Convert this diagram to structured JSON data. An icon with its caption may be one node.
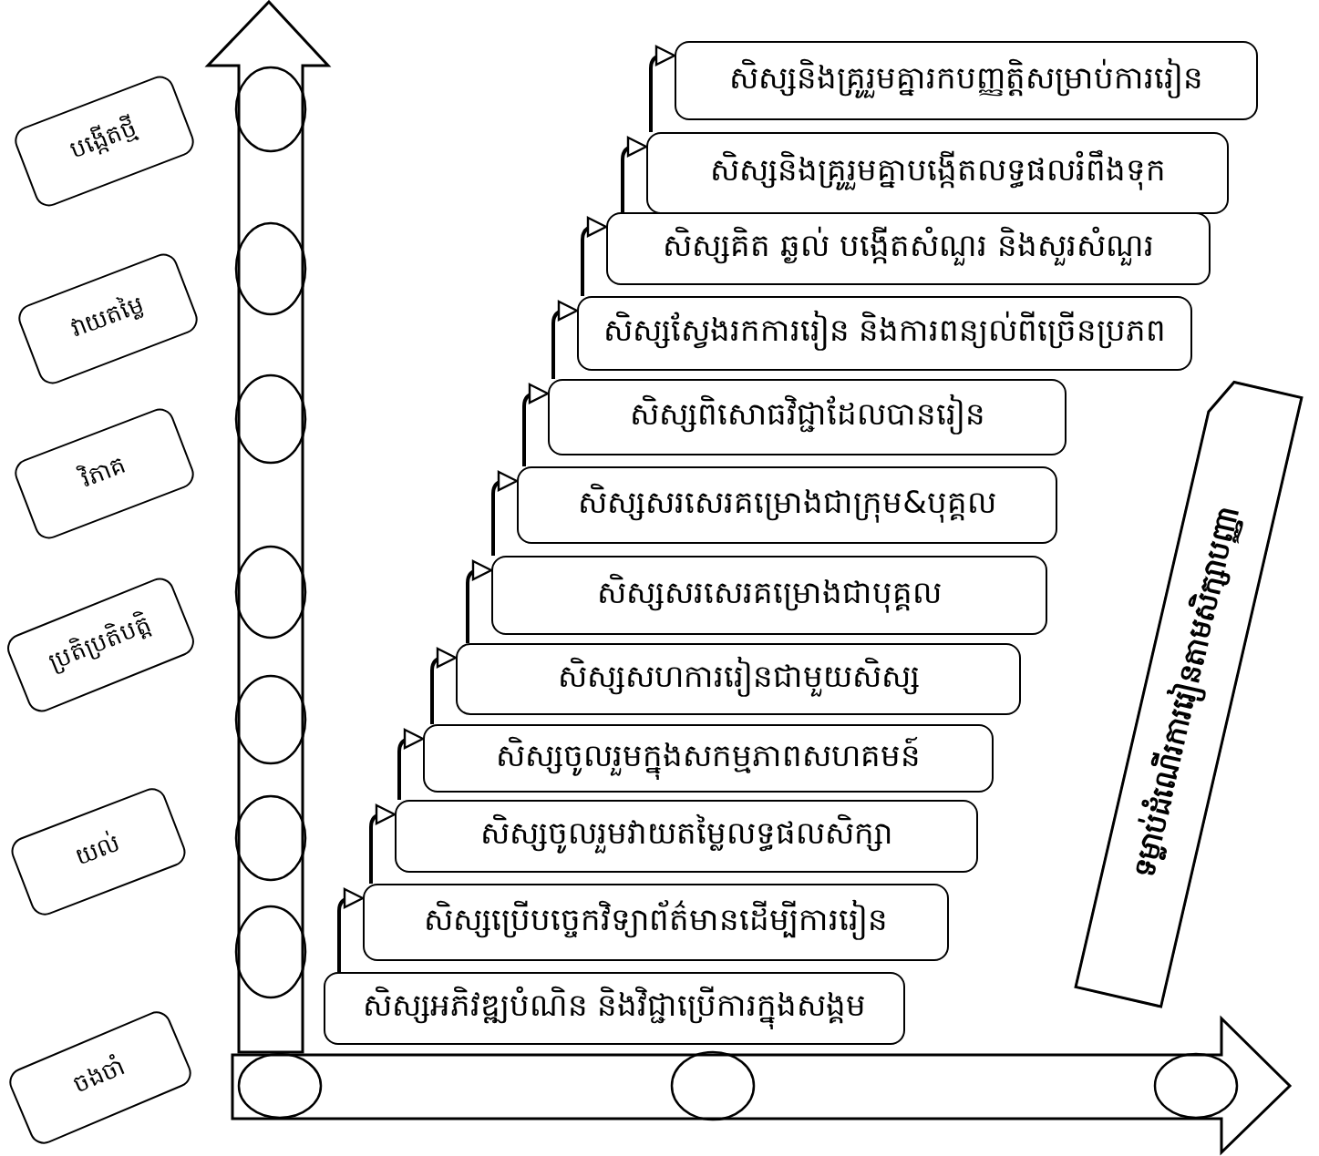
{
  "diagram": {
    "nodes": [
      {
        "text": [
          "បង្កើតថ្មី"
        ]
      },
      {
        "text": [
          "វាយតម្លៃ"
        ]
      },
      {
        "text": [
          "វិភាគ"
        ]
      },
      {
        "text": [
          "ប្រតិប្រតិបត្តិ"
        ]
      },
      {
        "text": [
          "យល់"
        ]
      },
      {
        "text": [
          "ចងចាំ"
        ]
      },
      {
        "text": [
          "សិស្សនិងគ្រូរួមគ្នារកបញ្ញត្តិសម្រាប់ការរៀន"
        ]
      },
      {
        "text": [
          "សិស្សនិងគ្រូរួមគ្នាបង្កើតលទ្ធផលរំពឹងទុក"
        ]
      },
      {
        "text": [
          "សិស្សគិត ឆ្ងល់ បង្កើតសំណួរ និងសួរសំណួរ"
        ]
      },
      {
        "text": [
          "សិស្សស្វែងរកការរៀន និងការពន្យល់ពីច្រើនប្រភព"
        ]
      },
      {
        "text": [
          "សិស្សពិសោធវិជ្ជាដែលបានរៀន"
        ]
      },
      {
        "text": [
          "សិស្សសរសេរគម្រោងជាក្រុម&បុគ្គល"
        ]
      },
      {
        "text": [
          "សិស្សសរសេរគម្រោងជាបុគ្គល"
        ]
      },
      {
        "text": [
          "សិស្សសហការរៀនជាមួយសិស្ស"
        ]
      },
      {
        "text": [
          "សិស្សចូលរួមក្នុងសកម្មភាពសហគមន៍"
        ]
      },
      {
        "text": [
          "សិស្សចូលរួមវាយតម្លៃលទ្ធផលសិក្សា"
        ]
      },
      {
        "text": [
          "សិស្សប្រើបច្ចេកវិទ្យាព័ត៌មានដើម្បីការរៀន"
        ]
      },
      {
        "text": [
          "សិស្សអភិវឌ្ឍបំណិន និងវិជ្ជាប្រើការក្នុងសង្គម"
        ]
      },
      {
        "text": [
          "ទម្លាប់ដំណើរការរៀនតាមសិក្សាបញ្ញា"
        ]
      }
    ],
    "edges": [
      {
        "from": 17,
        "to": 16,
        "arrow": "to"
      },
      {
        "from": 16,
        "to": 15,
        "arrow": "to"
      },
      {
        "from": 15,
        "to": 14,
        "arrow": "to"
      },
      {
        "from": 14,
        "to": 13,
        "arrow": "to"
      },
      {
        "from": 13,
        "to": 12,
        "arrow": "to"
      },
      {
        "from": 12,
        "to": 11,
        "arrow": "to"
      },
      {
        "from": 11,
        "to": 10,
        "arrow": "to"
      },
      {
        "from": 10,
        "to": 9,
        "arrow": "to"
      },
      {
        "from": 9,
        "to": 8,
        "arrow": "to"
      },
      {
        "from": 8,
        "to": 7,
        "arrow": "to"
      },
      {
        "from": 7,
        "to": 6,
        "arrow": "to"
      }
    ]
  }
}
